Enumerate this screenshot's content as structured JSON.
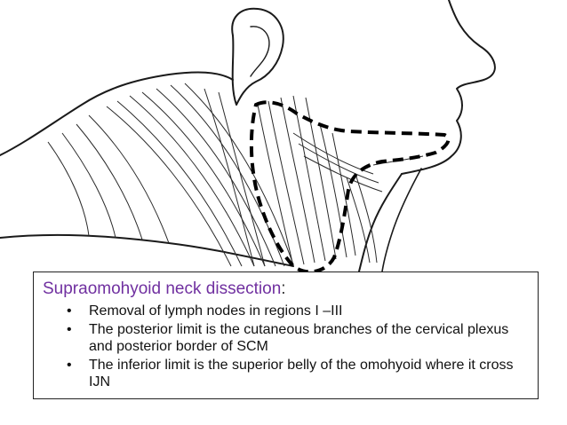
{
  "caption": {
    "title": "Supraomohyoid neck dissection",
    "title_suffix": ":",
    "title_color": "#7030a0",
    "bullet_glyph": "•",
    "bullets": [
      "Removal of lymph nodes in regions I –III",
      "The posterior limit is the cutaneous branches of the cervical plexus and posterior border of SCM",
      "The inferior limit is the superior belly of the omohyoid where it cross IJN"
    ]
  }
}
